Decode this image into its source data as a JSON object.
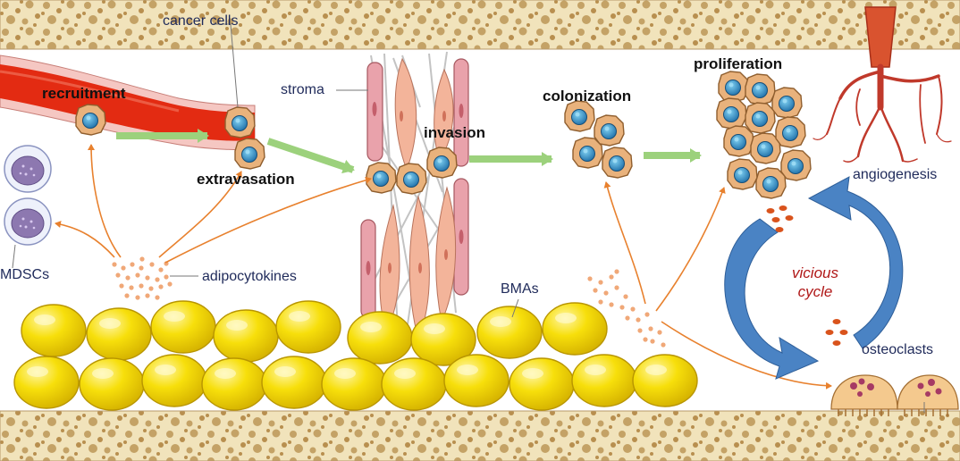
{
  "labels": {
    "cancer_cells": "cancer cells",
    "recruitment": "recruitment",
    "extravasation": "extravasation",
    "stroma": "stroma",
    "invasion": "invasion",
    "colonization": "colonization",
    "proliferation": "proliferation",
    "angiogenesis": "angiogenesis",
    "mdscs": "MDSCs",
    "adipocytokines": "adipocytokines",
    "bmas": "BMAs",
    "vicious_line1": "vicious",
    "vicious_line2": "cycle",
    "osteoclasts": "osteoclasts"
  },
  "colors": {
    "bone": "#f1e3bb",
    "bone_pore": "#c4a266",
    "vessel": "#e32b12",
    "vessel_wall": "#f5c7c2",
    "flow_arrow": "#9cd17c",
    "thin_arrow": "#e8812e",
    "adipocyte": "#f7df0b",
    "adipocyte_edge": "#c9a403",
    "cancer_shell": "#e9b27c",
    "cancer_nucleus": "#2f8ec5",
    "stroma_pink": "#e9a2ab",
    "stroma_salmon": "#f3b49a",
    "cycle_arrow": "#4a83c4",
    "vicious_text": "#b01818",
    "osteoclast": "#f4c98e",
    "mdsc_nucleus": "#8d78b0",
    "adipocytokine_dot": "#f0a878",
    "label_text": "#1f2a5a"
  }
}
